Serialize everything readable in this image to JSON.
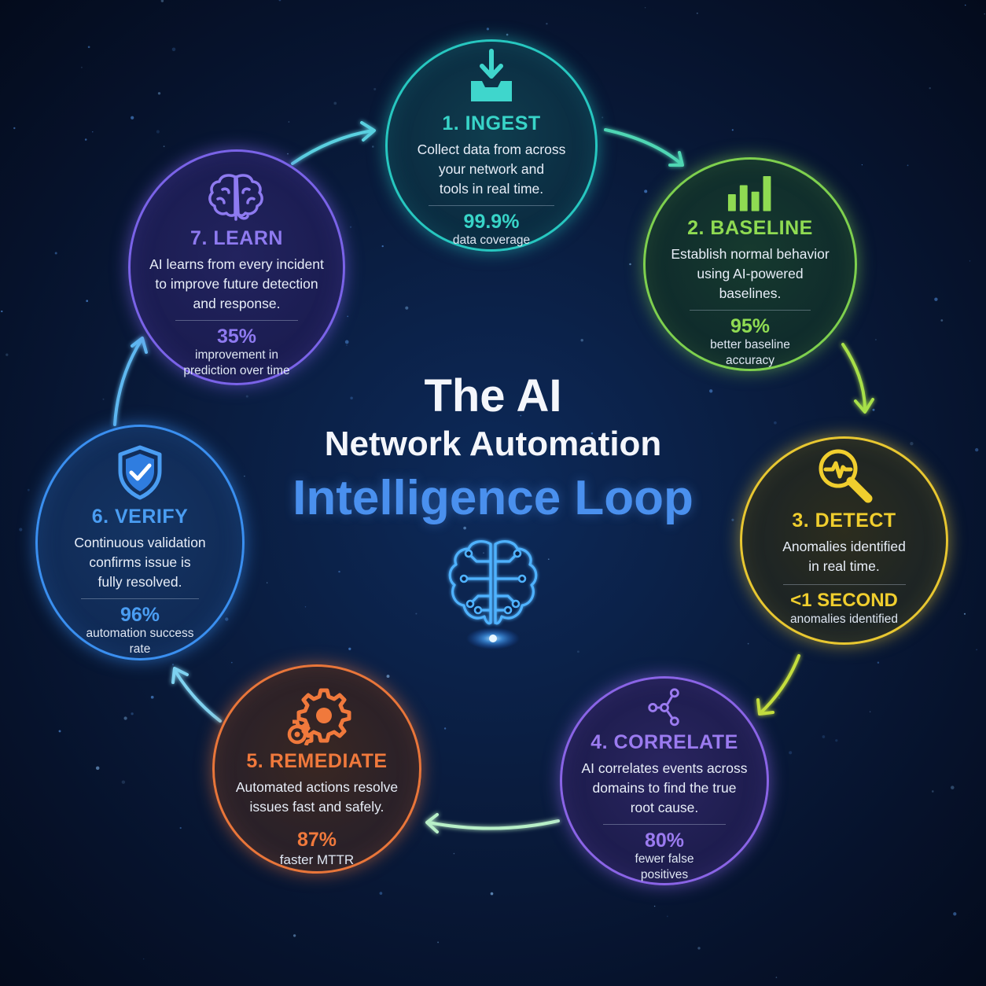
{
  "title": {
    "line1": "The AI",
    "line2": "Network Automation",
    "line3": "Intelligence Loop"
  },
  "stages": [
    {
      "title": "1. INGEST",
      "desc": [
        "Collect data from across",
        "your network and",
        "tools in real time."
      ],
      "metric": "99.9%",
      "metric_label": [
        "data coverage"
      ],
      "icon": "inbox-download-icon",
      "color": "#38d4c8"
    },
    {
      "title": "2. BASELINE",
      "desc": [
        "Establish normal behavior",
        "using AI-powered",
        "baselines."
      ],
      "metric": "95%",
      "metric_label": [
        "better baseline",
        "accuracy"
      ],
      "icon": "bar-chart-icon",
      "color": "#8fdb52"
    },
    {
      "title": "3. DETECT",
      "desc": [
        "Anomalies identified",
        "in real time."
      ],
      "metric": "<1 SECOND",
      "metric_label": [
        "anomalies identified"
      ],
      "icon": "magnifier-pulse-icon",
      "color": "#f0ce2e"
    },
    {
      "title": "4. CORRELATE",
      "desc": [
        "AI correlates events across",
        "domains to find the true",
        "root cause."
      ],
      "metric": "80%",
      "metric_label": [
        "fewer false",
        "positives"
      ],
      "icon": "node-graph-icon",
      "color": "#9b7bf0"
    },
    {
      "title": "5. REMEDIATE",
      "desc": [
        "Automated actions resolve",
        "issues fast and safely."
      ],
      "metric": "87%",
      "metric_label": [
        "faster MTTR"
      ],
      "icon": "gears-icon",
      "color": "#f0793c"
    },
    {
      "title": "6. VERIFY",
      "desc": [
        "Continuous validation",
        "confirms issue is",
        "fully resolved."
      ],
      "metric": "96%",
      "metric_label": [
        "automation success",
        "rate"
      ],
      "icon": "shield-check-icon",
      "color": "#4a9df2"
    },
    {
      "title": "7. LEARN",
      "desc": [
        "AI learns from every incident",
        "to improve future detection",
        "and response."
      ],
      "metric": "35%",
      "metric_label": [
        "improvement in",
        "prediction over time"
      ],
      "icon": "brain-icon",
      "color": "#8e7af0"
    }
  ],
  "center_icon": "circuit-brain-icon"
}
